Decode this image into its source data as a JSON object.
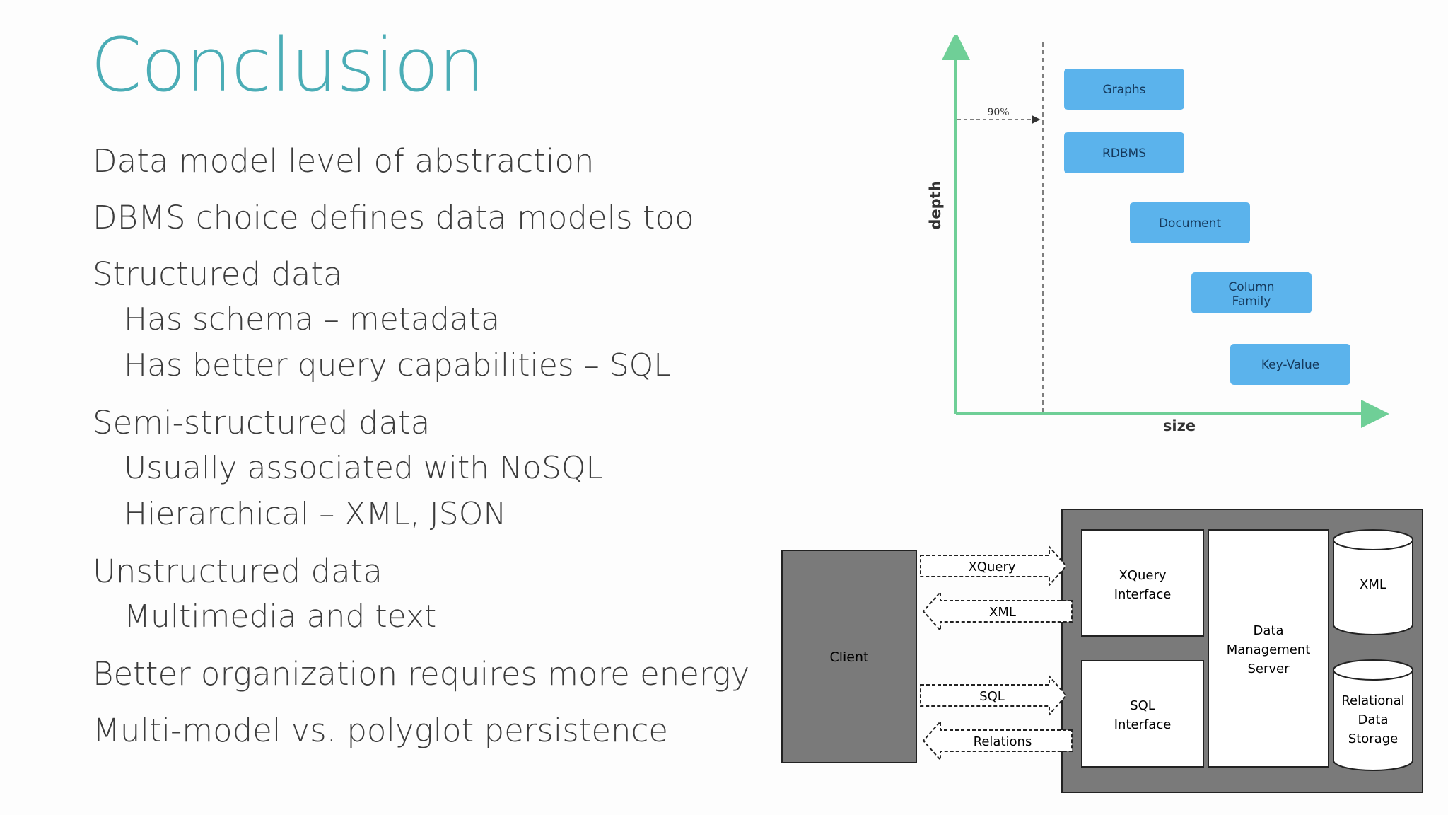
{
  "slide": {
    "title": "Conclusion",
    "bullets": [
      {
        "text": "Data model level of abstraction",
        "level": 1
      },
      {
        "text": "DBMS choice defines data models too",
        "level": 1
      },
      {
        "text": "Structured data",
        "level": 1
      },
      {
        "text": "Has schema – metadata",
        "level": 2
      },
      {
        "text": "Has better query capabilities – SQL",
        "level": 2
      },
      {
        "text": "Semi-structured data",
        "level": 1
      },
      {
        "text": "Usually associated with NoSQL",
        "level": 2
      },
      {
        "text": "Hierarchical – XML, JSON",
        "level": 2
      },
      {
        "text": "Unstructured data",
        "level": 1
      },
      {
        "text": "Multimedia and text",
        "level": 2
      },
      {
        "text": "Better organization requires more energy",
        "level": 1
      },
      {
        "text": "Multi-model vs. polyglot persistence",
        "level": 1
      }
    ]
  },
  "depth_chart": {
    "ylabel": "depth",
    "xlabel": "size",
    "threshold_label": "90%",
    "axis_color": "#6fcf97",
    "box_color": "#5bb3ec",
    "boxes": [
      "Graphs",
      "RDBMS",
      "Document",
      "Column Family",
      "Key-Value"
    ]
  },
  "architecture": {
    "client": "Client",
    "arrows": [
      {
        "label": "XQuery",
        "direction": "right"
      },
      {
        "label": "XML",
        "direction": "left"
      },
      {
        "label": "SQL",
        "direction": "right"
      },
      {
        "label": "Relations",
        "direction": "left"
      }
    ],
    "xquery_interface": [
      "XQuery",
      "Interface"
    ],
    "sql_interface": [
      "SQL",
      "Interface"
    ],
    "server": [
      "Data",
      "Management",
      "Server"
    ],
    "xml_store": "XML",
    "relational_store": [
      "Relational",
      "Data",
      "Storage"
    ],
    "server_bg": "#7a7a7a"
  }
}
